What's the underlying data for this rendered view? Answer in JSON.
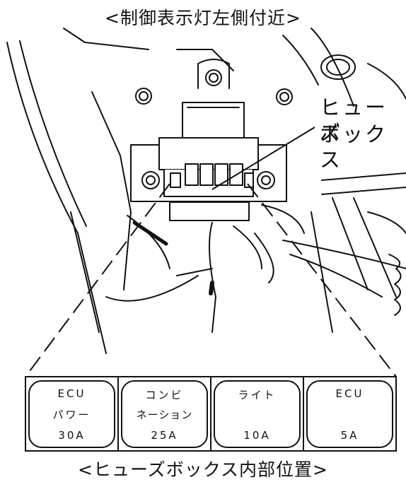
{
  "title_top": "<制御表示灯左側付近>",
  "title_bottom": "<ヒューズボックス内部位置>",
  "callout": {
    "line1": "ヒューズ",
    "line2": "ボックス"
  },
  "fuses": [
    {
      "line1": "ECU",
      "line2": "パワー",
      "rating": "30A"
    },
    {
      "line1": "コンビ",
      "line2": "ネーション",
      "rating": "25A"
    },
    {
      "line1": "ライト",
      "line2": "",
      "rating": "10A"
    },
    {
      "line1": "ECU",
      "line2": "",
      "rating": "5A"
    }
  ]
}
